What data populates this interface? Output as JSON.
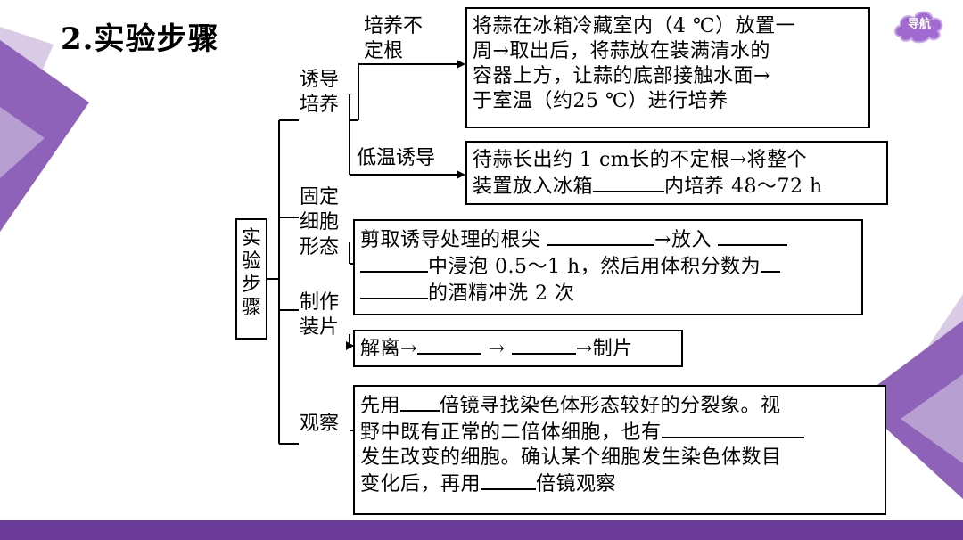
{
  "title": "2.实验步骤",
  "nav_label": "导航",
  "root": [
    "实",
    "验",
    "步",
    "骤"
  ],
  "branches": {
    "induce": [
      "诱导",
      "培养"
    ],
    "fix": [
      "固定",
      "细胞",
      "形态"
    ],
    "make": [
      "制作",
      "装片"
    ],
    "observe": "观察",
    "sub_adventitious": [
      "培养不",
      "定根"
    ],
    "sub_lowtemp": "低温诱导"
  },
  "boxes": {
    "box1": [
      "将蒜在冰箱冷藏室内（4 ℃）放置一",
      "周→取出后，将蒜放在装满清水的",
      "容器上方，让蒜的底部接触水面→",
      "于室温（约25 ℃）进行培养"
    ],
    "box2_l1": "待蒜长出约 1 cm长的不定根→将整个",
    "box2_l2a": "装置放入冰箱",
    "box2_l2b": "内培养 48～72 h",
    "box3_l1a": "剪取诱导处理的根尖",
    "box3_l1b": "→放入",
    "box3_l2b": "中浸泡 0.5～1 h，然后用体积分数为",
    "box3_l3b": "的酒精冲洗 2 次",
    "box4_a": "解离→",
    "box4_b": "→",
    "box4_c": "→制片",
    "box5_l1a": "先用",
    "box5_l1b": "倍镜寻找染色体形态较好的分裂象。视",
    "box5_l2a": "野中既有正常的二倍体细胞，也有",
    "box5_l3": "发生改变的细胞。确认某个细胞发生染色体数目",
    "box5_l4a": "变化后，再用",
    "box5_l4b": "倍镜观察"
  },
  "colors": {
    "accent": "#6b3b9a",
    "triangle_light": "#cbb7dd",
    "triangle_mid": "#9a72c0"
  }
}
